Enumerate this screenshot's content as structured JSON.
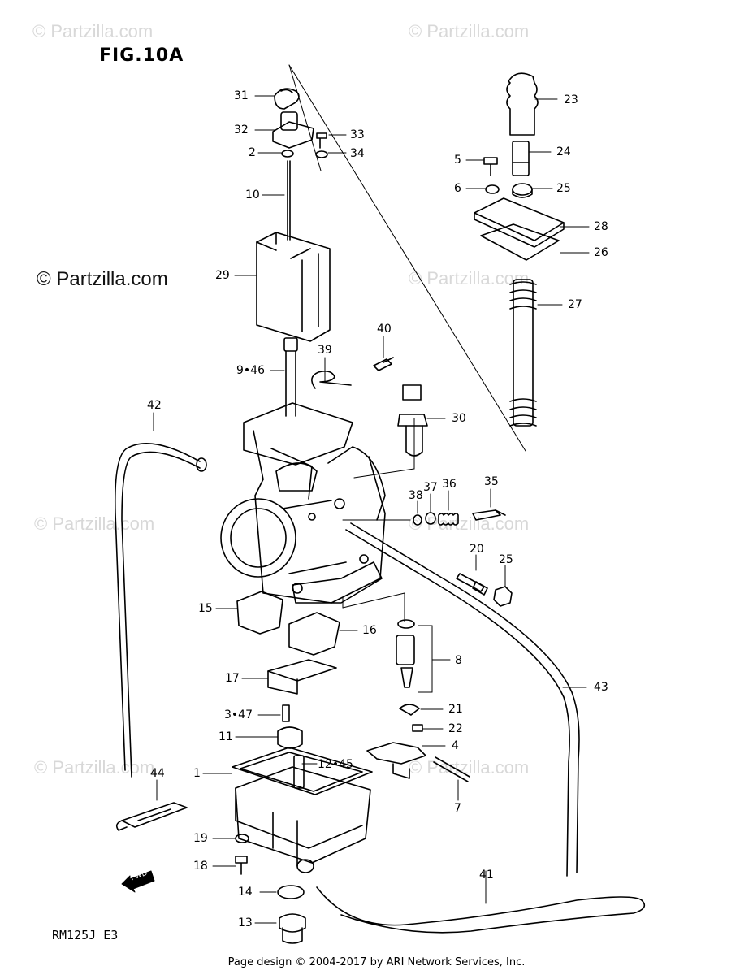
{
  "title": "FIG.10A",
  "watermarks": [
    "© Partzilla.com",
    "© Partzilla.com",
    "© Partzilla.com",
    "© Partzilla.com",
    "© Partzilla.com",
    "© Partzilla.com",
    "© Partzilla.com",
    "© Partzilla.com"
  ],
  "watermark_main": "© Partzilla.com",
  "model_code": "RM125J E3",
  "footer": "Page design © 2004-2017 by ARI Network Services, Inc.",
  "fwd_label": "FWD",
  "callouts": {
    "c31": "31",
    "c32": "32",
    "c33": "33",
    "c2": "2",
    "c34": "34",
    "c10": "10",
    "c29": "29",
    "c9_46": "9•46",
    "c39": "39",
    "c40": "40",
    "c30": "30",
    "c42": "42",
    "c23": "23",
    "c5": "5",
    "c24": "24",
    "c6": "6",
    "c25a": "25",
    "c28": "28",
    "c26": "26",
    "c27": "27",
    "c38": "38",
    "c37": "37",
    "c36": "36",
    "c35": "35",
    "c20": "20",
    "c25b": "25",
    "c15": "15",
    "c16": "16",
    "c8": "8",
    "c17": "17",
    "c21": "21",
    "c43": "43",
    "c3_47": "3•47",
    "c22": "22",
    "c11": "11",
    "c4": "4",
    "c1": "1",
    "c12_45": "12•45",
    "c7": "7",
    "c44": "44",
    "c19": "19",
    "c18": "18",
    "c41": "41",
    "c14": "14",
    "c13": "13"
  }
}
